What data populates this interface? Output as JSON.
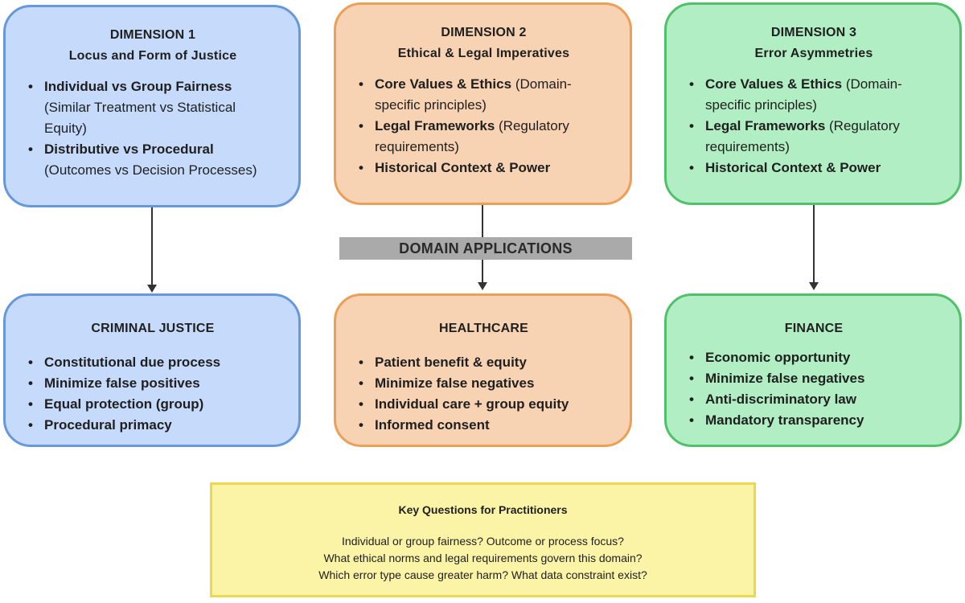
{
  "dimensions": [
    {
      "label": "DIMENSION 1",
      "title": "Locus and Form of Justice",
      "items": [
        {
          "bold": "Individual vs Group Fairness",
          "rest": "(Similar Treatment vs Statistical Equity)"
        },
        {
          "bold": "Distributive vs Procedural",
          "rest": "(Outcomes vs Decision Processes)"
        }
      ]
    },
    {
      "label": "DIMENSION 2",
      "title": "Ethical & Legal Imperatives",
      "items": [
        {
          "bold": "Core Values & Ethics",
          "rest": "(Domain-specific principles)"
        },
        {
          "bold": "Legal Frameworks",
          "rest": "(Regulatory requirements)"
        },
        {
          "bold": "Historical Context & Power",
          "rest": ""
        }
      ]
    },
    {
      "label": "DIMENSION 3",
      "title": "Error Asymmetries",
      "items": [
        {
          "bold": "Core Values & Ethics",
          "rest": "(Domain-specific principles)"
        },
        {
          "bold": "Legal Frameworks",
          "rest": "(Regulatory requirements)"
        },
        {
          "bold": "Historical Context & Power",
          "rest": ""
        }
      ]
    }
  ],
  "banner": "DOMAIN APPLICATIONS",
  "applications": [
    {
      "title": "CRIMINAL JUSTICE",
      "items": [
        "Constitutional due process",
        "Minimize false positives",
        "Equal protection (group)",
        "Procedural primacy"
      ]
    },
    {
      "title": "HEALTHCARE",
      "items": [
        "Patient benefit & equity",
        "Minimize false negatives",
        "Individual care + group equity",
        "Informed consent"
      ]
    },
    {
      "title": "FINANCE",
      "items": [
        "Economic opportunity",
        "Minimize false negatives",
        "Anti-discriminatory law",
        "Mandatory transparency"
      ]
    }
  ],
  "key_questions": {
    "title": "Key Questions for Practitioners",
    "lines": [
      "Individual or group fairness? Outcome or process focus?",
      "What ethical norms and legal requirements govern this domain?",
      "Which error type cause greater harm? What data constraint exist?"
    ]
  },
  "colors": {
    "blue_fill": "#c6dbfb",
    "blue_border": "#6797dc",
    "orange_fill": "#f7d2b3",
    "orange_border": "#eb9f57",
    "green_fill": "#b1eec3",
    "green_border": "#4fc16a",
    "banner_fill": "#aaaaaa",
    "questions_fill": "#fbf3a6",
    "questions_border": "#ebd84c"
  }
}
